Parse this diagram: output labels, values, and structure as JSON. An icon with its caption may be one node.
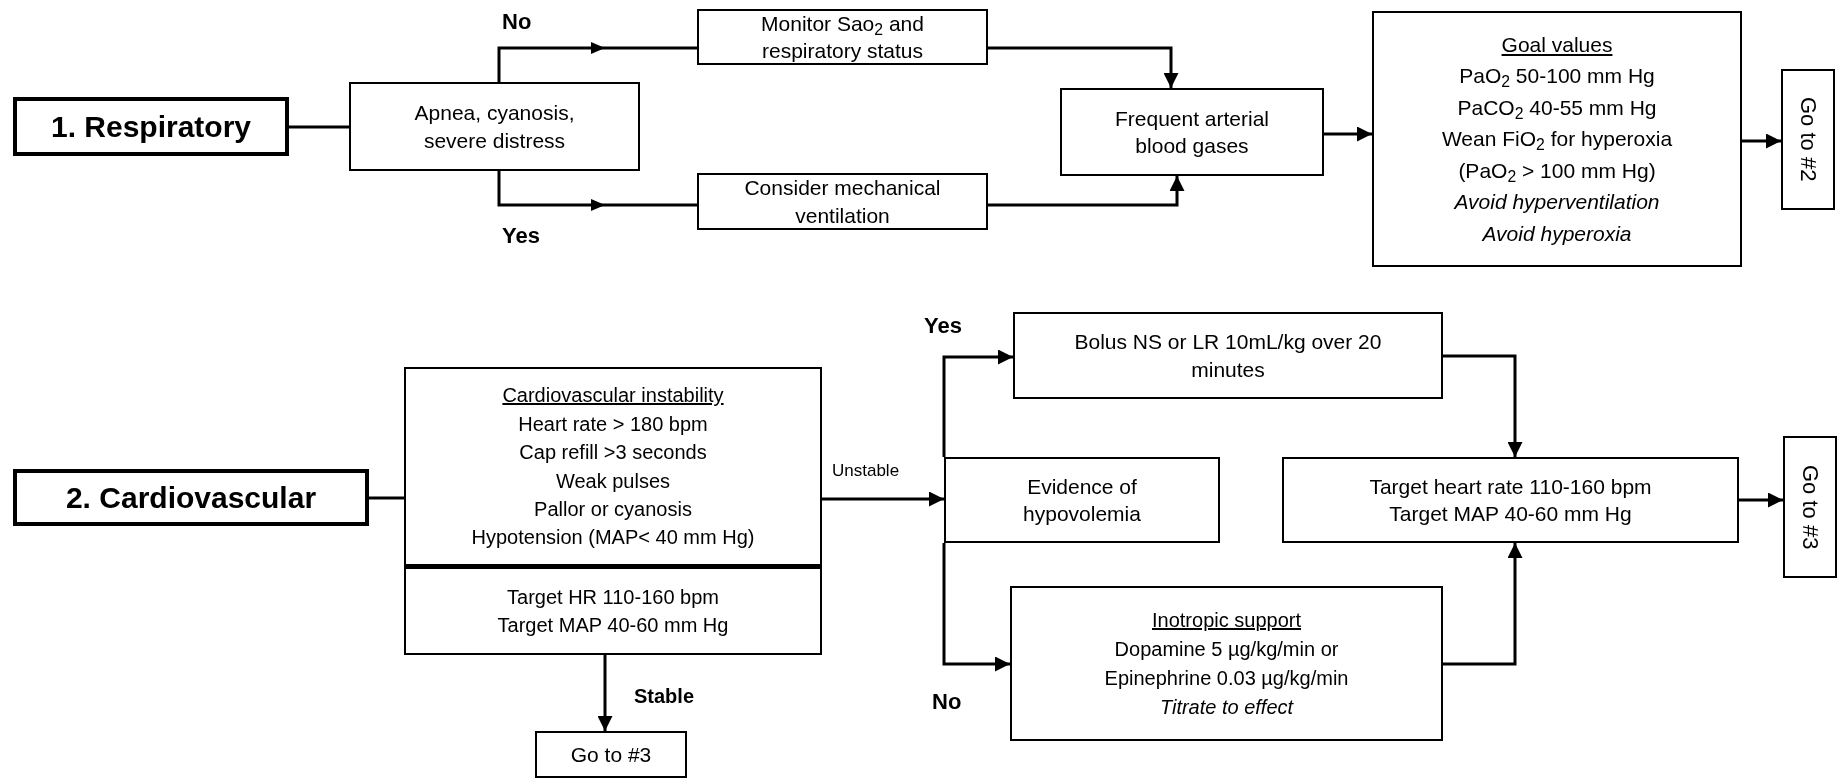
{
  "diagram": {
    "nodes": [
      {
        "text": [
          "1. Respiratory"
        ]
      },
      {
        "text": [
          "Apnea, cyanosis, severe distress"
        ]
      },
      {
        "text": [
          "Monitor Sao$_{2}$ and respiratory status"
        ]
      },
      {
        "text": [
          "Consider mechanical ventilation"
        ]
      },
      {
        "text": [
          "Frequent arterial blood gases"
        ]
      },
      {
        "text": [
          "Goal values",
          "PaO$_{2}$ 50-100 mm Hg",
          "PaCO$_{2}$ 40-55 mm Hg",
          "Wean FiO$_{2}$ for hyperoxia",
          "(PaO$_{2}$ > 100 mm Hg)",
          "Avoid hyperventilation",
          "Avoid hyperoxia"
        ]
      },
      {
        "text": [
          "Go to #2"
        ]
      },
      {
        "text": [
          "2. Cardiovascular"
        ]
      },
      {
        "text": [
          "Cardiovascular instability",
          "Heart rate > 180 bpm",
          "Cap refill >3 seconds",
          "Weak pulses",
          "Pallor or cyanosis",
          "Hypotension (MAP< 40 mm Hg)"
        ]
      },
      {
        "text": [
          "Target HR 110-160 bpm",
          "Target MAP 40-60 mm Hg"
        ]
      },
      {
        "text": [
          "Go to #3"
        ]
      },
      {
        "text": [
          "Evidence of hypovolemia"
        ]
      },
      {
        "text": [
          "Bolus NS or LR 10mL/kg over 20 minutes"
        ]
      },
      {
        "text": [
          "Target heart rate 110-160 bpm",
          "Target MAP 40-60 mm Hg"
        ]
      },
      {
        "text": [
          "Inotropic support",
          "Dopamine 5 µg/kg/min or",
          "Epinephrine 0.03 µg/kg/min",
          "Titrate to effect"
        ]
      },
      {
        "text": [
          "Go to #3"
        ]
      }
    ],
    "edges": [
      {
        "from": 0,
        "to": 1,
        "arrow": "none"
      },
      {
        "from": 1,
        "to": 2,
        "arrow": "to",
        "label": "No"
      },
      {
        "from": 1,
        "to": 3,
        "arrow": "to",
        "label": "Yes"
      },
      {
        "from": 2,
        "to": 4,
        "arrow": "to"
      },
      {
        "from": 3,
        "to": 4,
        "arrow": "to"
      },
      {
        "from": 4,
        "to": 5,
        "arrow": "to"
      },
      {
        "from": 5,
        "to": 6,
        "arrow": "to"
      },
      {
        "from": 7,
        "to": 8,
        "arrow": "none"
      },
      {
        "from": 8,
        "to": 11,
        "arrow": "to",
        "label": "Unstable"
      },
      {
        "from": 9,
        "to": 10,
        "arrow": "to",
        "label": "Stable"
      },
      {
        "from": 11,
        "to": 12,
        "arrow": "to",
        "label": "Yes"
      },
      {
        "from": 11,
        "to": 14,
        "arrow": "to",
        "label": "No"
      },
      {
        "from": 12,
        "to": 13,
        "arrow": "to"
      },
      {
        "from": 14,
        "to": 13,
        "arrow": "to"
      },
      {
        "from": 13,
        "to": 15,
        "arrow": "to"
      }
    ]
  }
}
